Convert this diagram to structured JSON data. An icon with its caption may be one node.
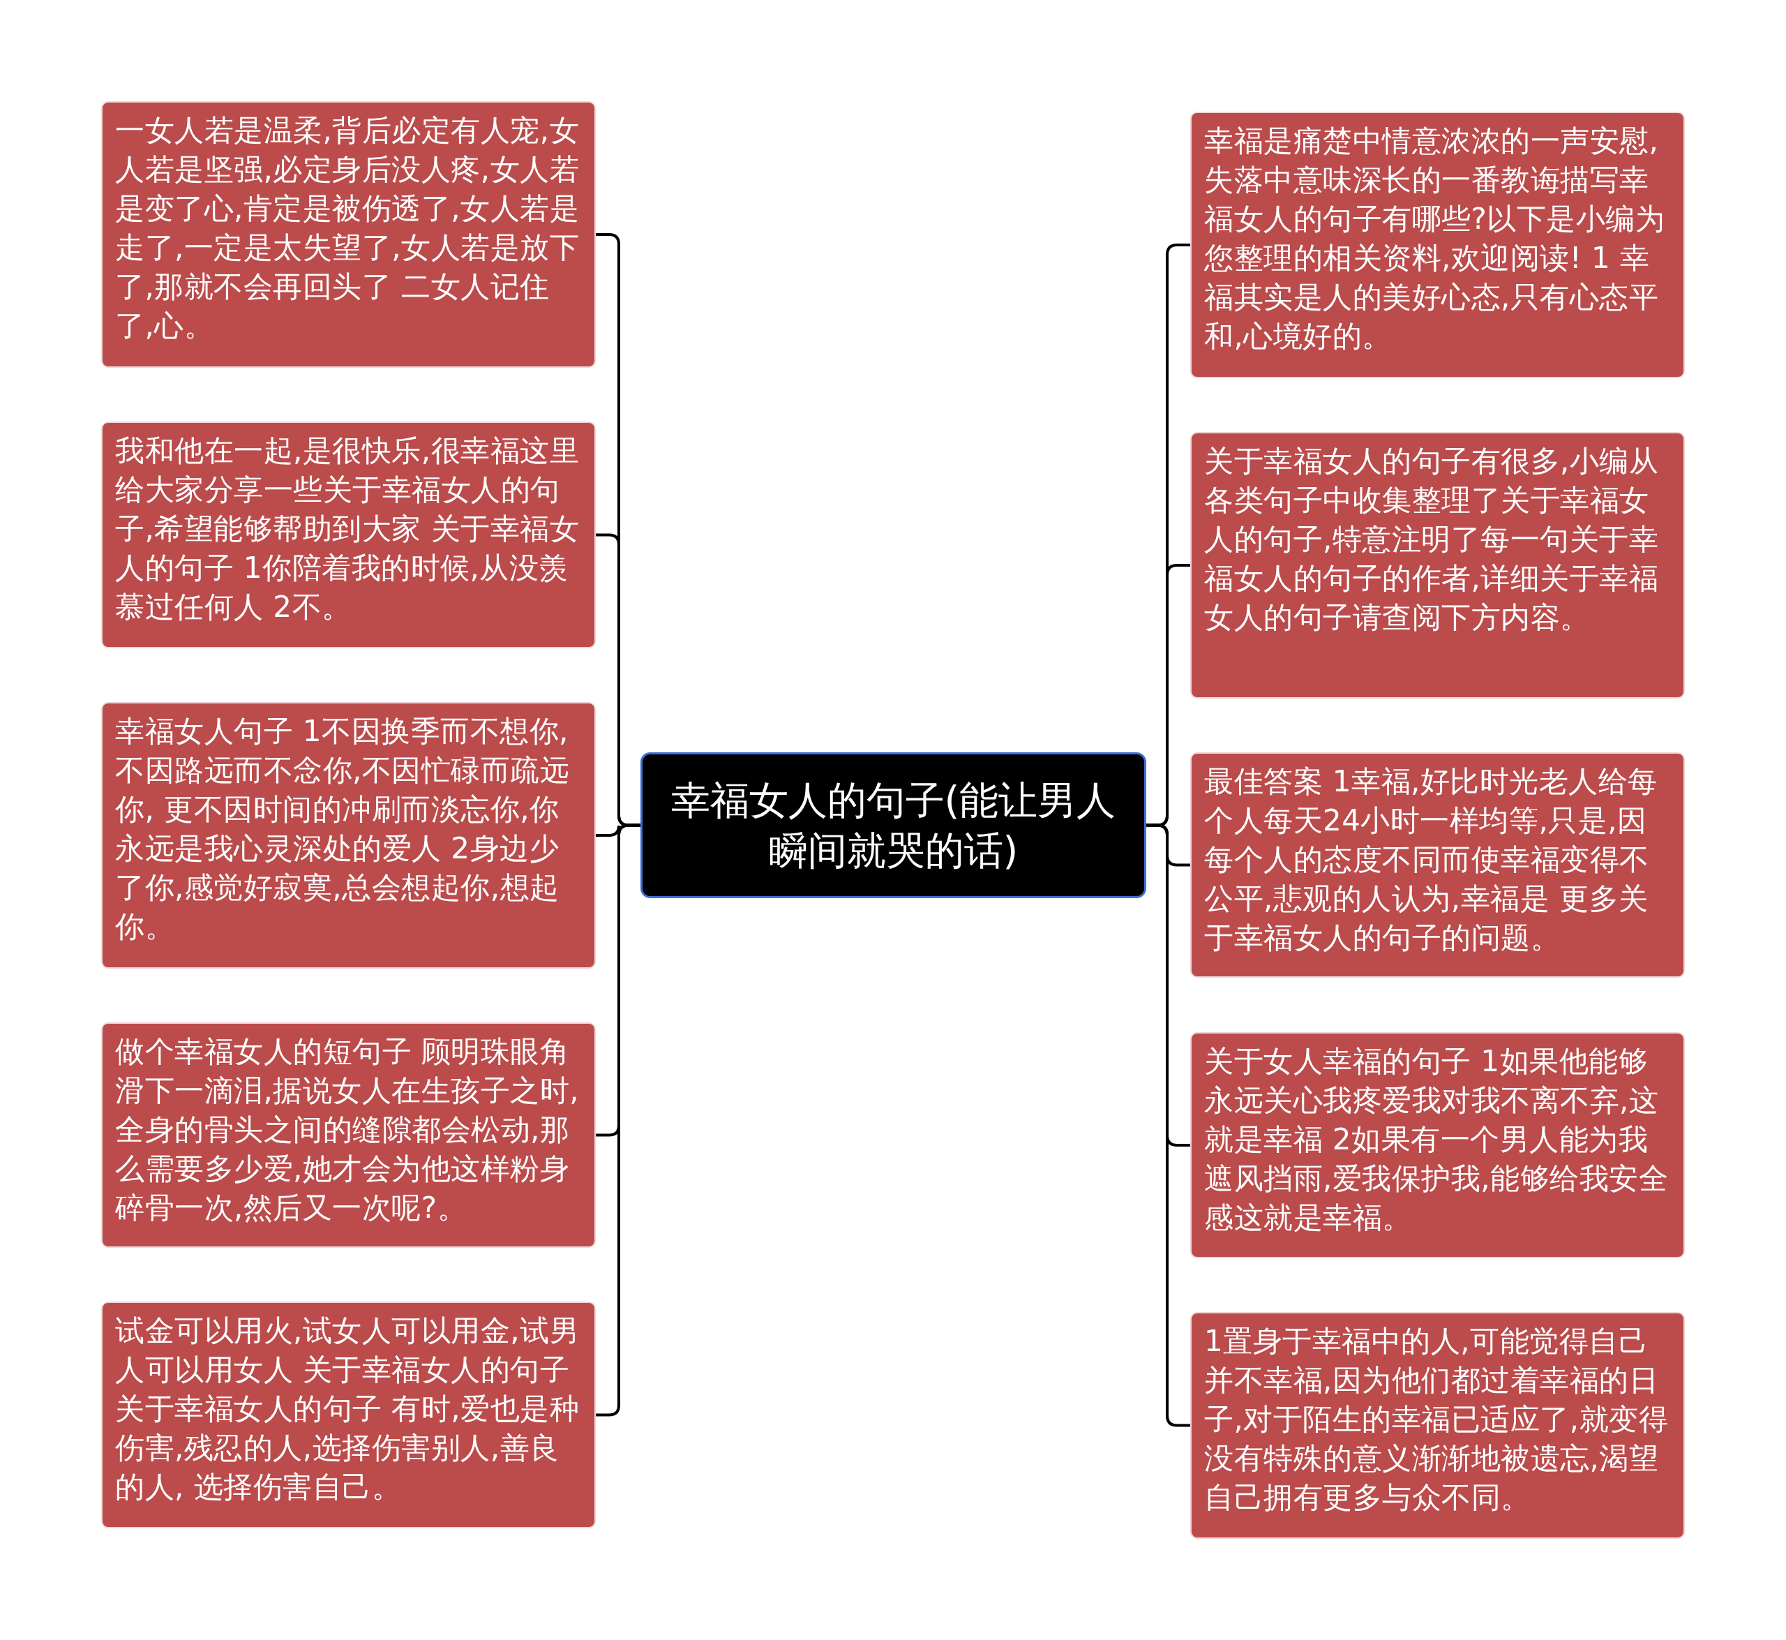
{
  "diagram": {
    "nodes": [
      {
        "text": [
          "幸福女人的句子(能让男人瞬间就哭的话)"
        ]
      },
      {
        "text": [
          "一女人若是温柔,背后必定有人宠,女人若是坚强,必定身后没人疼,女人若是变了心,肯定是被伤透了,女人若是走了,一定是太失望了,女人若是放下了,那就不会再回头了 二女人记住了,心。"
        ]
      },
      {
        "text": [
          "我和他在一起,是很快乐,很幸福这里给大家分享一些关于幸福女人的句子,希望能够帮助到大家 关于幸福女人的句子 1你陪着我的时候,从没羡慕过任何人 2不。"
        ]
      },
      {
        "text": [
          "幸福女人句子 1不因换季而不想你,不因路远而不念你,不因忙碌而疏远你, 更不因时间的冲刷而淡忘你,你永远是我心灵深处的爱人 2身边少了你,感觉好寂寞,总会想起你,想起你。"
        ]
      },
      {
        "text": [
          "做个幸福女人的短句子 顾明珠眼角滑下一滴泪,据说女人在生孩子之时,全身的骨头之间的缝隙都会松动,那么需要多少爱,她才会为他这样粉身碎骨一次,然后又一次呢?。"
        ]
      },
      {
        "text": [
          "试金可以用火,试女人可以用金,试男人可以用女人 关于幸福女人的句子关于幸福女人的句子 有时,爱也是种伤害,残忍的人,选择伤害别人,善良的人, 选择伤害自己。"
        ]
      },
      {
        "text": [
          "幸福是痛楚中情意浓浓的一声安慰,失落中意味深长的一番教诲描写幸福女人的句子有哪些?以下是小编为您整理的相关资料,欢迎阅读! 1 幸福其实是人的美好心态,只有心态平和,心境好的。"
        ]
      },
      {
        "text": [
          "关于幸福女人的句子有很多,小编从各类句子中收集整理了关于幸福女人的句子,特意注明了每一句关于幸福女人的句子的作者,详细关于幸福女人的句子请查阅下方内容。"
        ]
      },
      {
        "text": [
          "最佳答案 1幸福,好比时光老人给每个人每天24小时一样均等,只是,因每个人的态度不同而使幸福变得不公平,悲观的人认为,幸福是 更多关于幸福女人的句子的问题。"
        ]
      },
      {
        "text": [
          "关于女人幸福的句子 1如果他能够永远关心我疼爱我对我不离不弃,这就是幸福 2如果有一个男人能为我遮风挡雨,爱我保护我,能够给我安全感这就是幸福。"
        ]
      },
      {
        "text": [
          "1置身于幸福中的人,可能觉得自己并不幸福,因为他们都过着幸福的日子,对于陌生的幸福已适应了,就变得没有特殊的意义渐渐地被遗忘,渴望自己拥有更多与众不同。"
        ]
      }
    ],
    "edges": [
      {
        "from": 0,
        "to": 1,
        "arrow": "none"
      },
      {
        "from": 0,
        "to": 2,
        "arrow": "none"
      },
      {
        "from": 0,
        "to": 3,
        "arrow": "none"
      },
      {
        "from": 0,
        "to": 4,
        "arrow": "none"
      },
      {
        "from": 0,
        "to": 5,
        "arrow": "none"
      },
      {
        "from": 0,
        "to": 6,
        "arrow": "none"
      },
      {
        "from": 0,
        "to": 7,
        "arrow": "none"
      },
      {
        "from": 0,
        "to": 8,
        "arrow": "none"
      },
      {
        "from": 0,
        "to": 9,
        "arrow": "none"
      },
      {
        "from": 0,
        "to": 10,
        "arrow": "none"
      }
    ]
  }
}
